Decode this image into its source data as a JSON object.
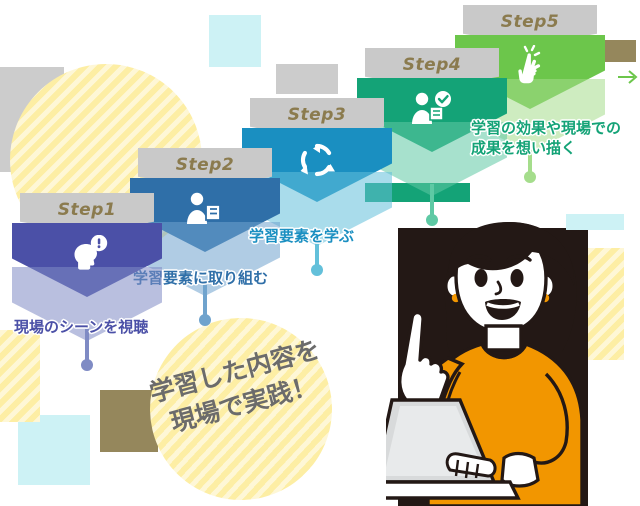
{
  "meta": {
    "title": "学習ステップ図",
    "background": "#ffffff"
  },
  "palette": {
    "step1": "#4b50a7",
    "step1_light": "#7f8bc4",
    "step2": "#2f6fa8",
    "step2_light": "#6fa3cd",
    "step3": "#1a8fc1",
    "step3_light": "#63c0da",
    "step4": "#14a377",
    "step4_light": "#5ec9a4",
    "step5": "#6cc64b",
    "step5_light": "#a5dd8c",
    "banner": "#c9c9c9",
    "banner_text": "#8b7b4e",
    "stripe_yellow": "#fdeea4",
    "deco_cyan": "#cdf2f5",
    "deco_gray": "#cccccc",
    "deco_olive": "#95875c",
    "caption_text_step1": "#4b50a7",
    "caption_text_step2": "#2f6fa8",
    "caption_text_step3": "#1a8fc1",
    "caption_text_step5": "#14a377",
    "badge_text": "#6b6b6b",
    "skin": "#ffffff",
    "hair": "#231815",
    "shirt": "#f29600",
    "laptop": "#d8dadb"
  },
  "steps": [
    {
      "id": "step1",
      "badge": "Step1",
      "caption": "現場のシーンを視聴",
      "icon": "head-alert-icon",
      "color": "#4b50a7",
      "color_light": "#7f8bc4",
      "caption_color": "#4b50a7"
    },
    {
      "id": "step2",
      "badge": "Step2",
      "caption": "学習要素に取り組む",
      "icon": "person-reading-icon",
      "color": "#2f6fa8",
      "color_light": "#6fa3cd",
      "caption_color": "#2f6fa8"
    },
    {
      "id": "step3",
      "badge": "Step3",
      "caption": "学習要素を学ぶ",
      "icon": "recycle-cycle-icon",
      "color": "#1a8fc1",
      "color_light": "#63c0da",
      "caption_color": "#1a8fc1"
    },
    {
      "id": "step4",
      "badge": "Step4",
      "caption": "",
      "icon": "person-check-icon",
      "color": "#14a377",
      "color_light": "#5ec9a4",
      "caption_color": "#14a377"
    },
    {
      "id": "step5",
      "badge": "Step5",
      "caption": "学習の効果や現場での\n成果を想い描く",
      "icon": "pointing-hand-icon",
      "color": "#6cc64b",
      "color_light": "#a5dd8c",
      "caption_color": "#14a377"
    }
  ],
  "practice_badge": {
    "text": "学習した内容を\n現場で実践！",
    "shape": "striped-yellow-circle",
    "color": "#fdeea4",
    "text_color": "#6b6b6b"
  },
  "illustration": {
    "name": "woman-with-laptop-illustration",
    "alt": "ノートパソコンを使って指を立てる女性のイラスト",
    "hair_color": "#231815",
    "shirt_color": "#f29600",
    "laptop_color": "#d8dadb",
    "earring_color": "#f29600"
  },
  "decorations": [
    {
      "name": "deco-cyan-square-top",
      "color": "#cdf2f5"
    },
    {
      "name": "deco-gray-block-left",
      "color": "#cccccc"
    },
    {
      "name": "deco-gray-block-mid",
      "color": "#cccccc"
    },
    {
      "name": "deco-olive-bar-right",
      "color": "#95875c"
    },
    {
      "name": "deco-white-bar-right",
      "color": "#ffffff"
    },
    {
      "name": "deco-green-bar",
      "color": "#14a377"
    },
    {
      "name": "deco-olive-square-bottom",
      "color": "#95875c"
    },
    {
      "name": "deco-cyan-square-bottom",
      "color": "#cdf2f5"
    },
    {
      "name": "deco-stripe-square-left",
      "color": "#fdeea4"
    },
    {
      "name": "deco-stripe-square-right",
      "color": "#fdeea4"
    },
    {
      "name": "deco-dark-block-behind-person",
      "color": "#231815"
    }
  ]
}
